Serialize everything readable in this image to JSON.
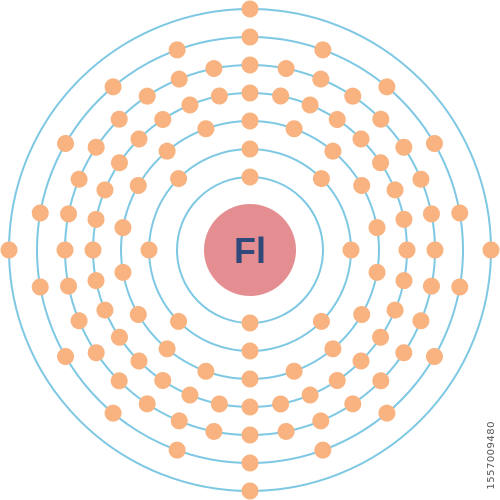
{
  "element": {
    "symbol": "Fl",
    "shell_electrons": [
      2,
      8,
      18,
      32,
      32,
      18,
      4
    ]
  },
  "colors": {
    "orbit": "#7ec8e3",
    "electron": "#f8b380",
    "nucleus_fill": "#e58e92",
    "nucleus_text": "#2f4a7a"
  },
  "watermark_text": "1557009480"
}
